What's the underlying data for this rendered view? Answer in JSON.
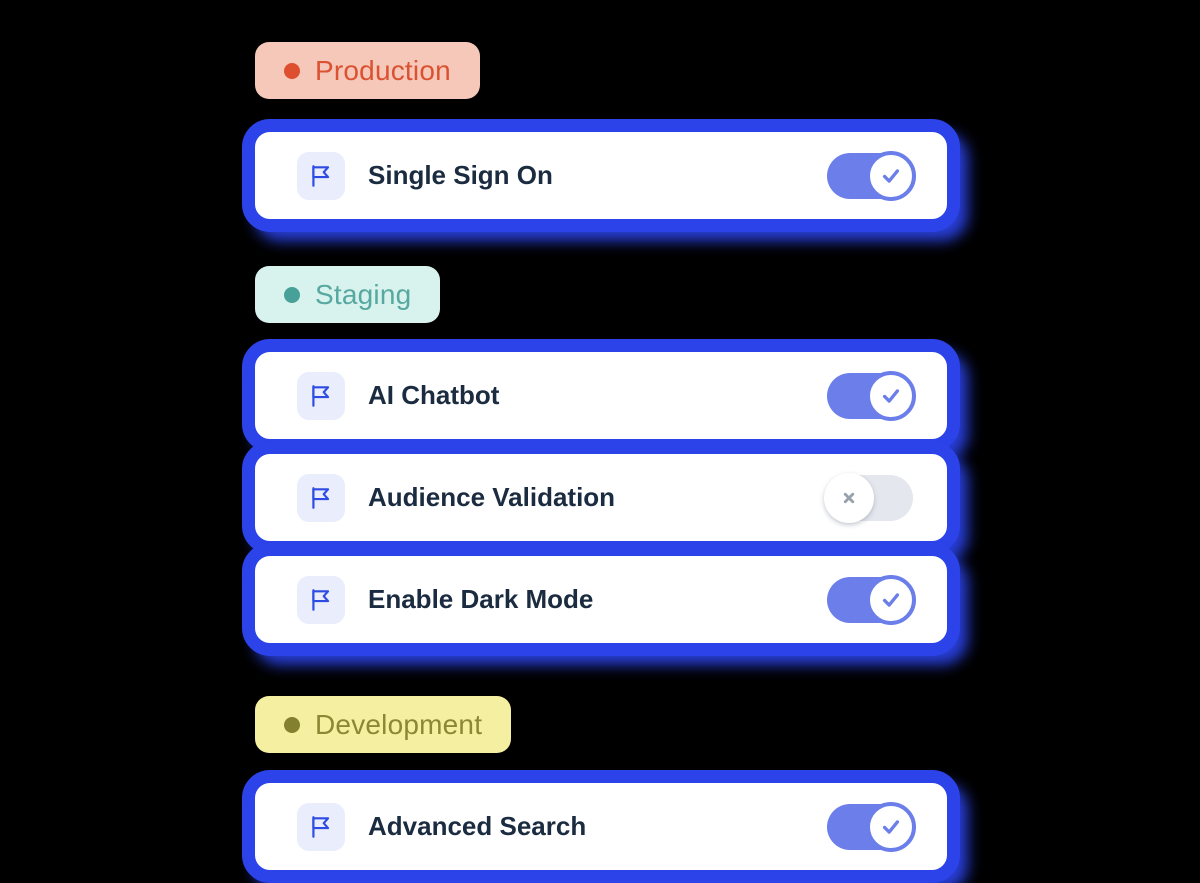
{
  "page": {
    "background": "#000000",
    "description": "Feature flag toggles grouped by environment"
  },
  "colors": {
    "card_border_blue": "#2B43E8",
    "card_background": "#FFFFFF",
    "toggle_on": "#6B7EE9",
    "toggle_off_track": "#E4E7ED",
    "toggle_off_glyph": "#98A0AC",
    "flag_label_text": "#1B2B40",
    "flag_icon_background": "#E9EDFC",
    "flag_icon_stroke": "#2E4BE4",
    "production_badge_bg": "#F5C8B9",
    "production_badge_text": "#DB5232",
    "staging_badge_bg": "#D8F2EE",
    "staging_badge_text": "#56A8A0",
    "development_badge_bg": "#F5EFA2",
    "development_badge_text": "#8A8735"
  },
  "icons": {
    "row_icon": "flag-icon",
    "toggle_on_glyph": "check-icon",
    "toggle_off_glyph": "x-icon"
  },
  "groups": [
    {
      "label": "Production",
      "flags": [
        {
          "name": "Single Sign On",
          "enabled": true
        }
      ]
    },
    {
      "label": "Staging",
      "flags": [
        {
          "name": "AI Chatbot",
          "enabled": true
        },
        {
          "name": "Audience Validation",
          "enabled": false
        },
        {
          "name": "Enable Dark Mode",
          "enabled": true
        }
      ]
    },
    {
      "label": "Development",
      "flags": [
        {
          "name": "Advanced Search",
          "enabled": true
        }
      ]
    }
  ]
}
